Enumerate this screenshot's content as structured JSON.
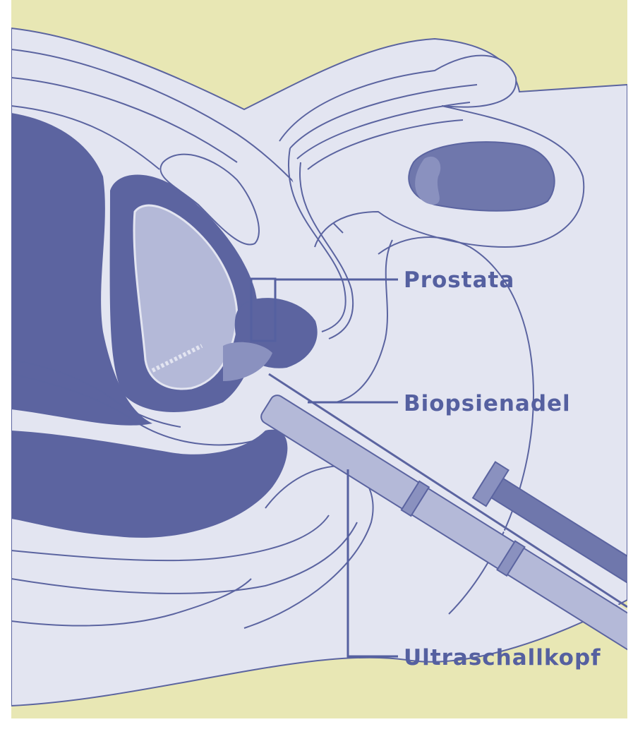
{
  "labels": {
    "prostata": "Prostata",
    "biopsienadel": "Biopsienadel",
    "ultraschallkopf": "Ultraschallkopf"
  },
  "colors": {
    "background": "#e8e7b4",
    "tissue_light": "#e3e5f1",
    "tissue_mid": "#b4b9d8",
    "tissue_dark": "#6f77ac",
    "tissue_deep": "#5c64a0",
    "line": "#5b64a0",
    "label": "#5560a0"
  }
}
